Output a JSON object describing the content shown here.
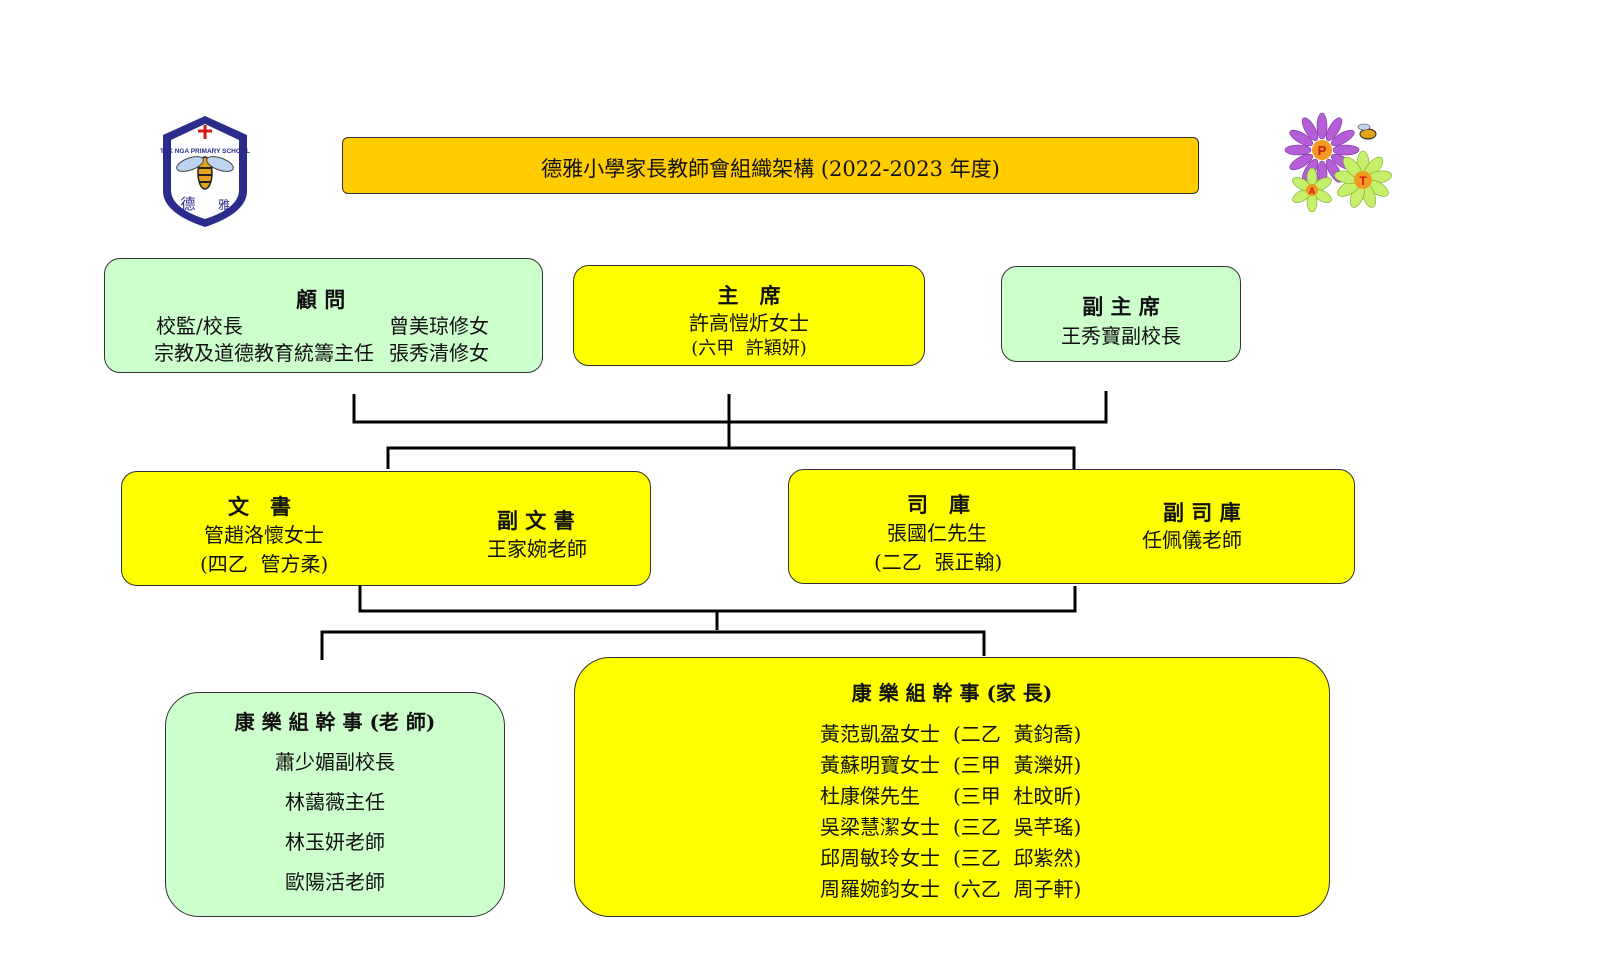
{
  "title": "德雅小學家長教師會組織架構 (2022-2023 年度)",
  "logo_left": {
    "school_name_ring": "TAK NGA PRIMARY SCHOOL",
    "chars": [
      "德",
      "雅"
    ]
  },
  "logo_right": {
    "letters": [
      "P",
      "T",
      "A"
    ]
  },
  "advisor": {
    "heading": "顧 問",
    "row1_role": "校監/校長",
    "row1_name": "曾美琼修女",
    "row2_role": "宗教及道德教育統籌主任",
    "row2_name": "張秀清修女"
  },
  "chair": {
    "heading": "主　席",
    "name": "許高愷炘女士",
    "child": "(六甲  許穎妍)"
  },
  "vice_chair": {
    "heading": "副 主 席",
    "name": "王秀寶副校長"
  },
  "secretary": {
    "heading": "文　書",
    "name": "管趙洛懷女士",
    "child": "(四乙  管方柔)"
  },
  "vice_secretary": {
    "heading": "副 文 書",
    "name": "王家婉老師"
  },
  "treasurer": {
    "heading": "司　庫",
    "name": "張國仁先生",
    "child": "(二乙  張正翰)"
  },
  "vice_treasurer": {
    "heading": "副 司 庫",
    "name": "任佩儀老師"
  },
  "recreation_teachers": {
    "heading": "康 樂 組 幹 事 (老 師)",
    "members": [
      "蕭少媚副校長",
      "林藹薇主任",
      "林玉妍老師",
      "歐陽活老師"
    ]
  },
  "recreation_parents": {
    "heading": "康 樂 組 幹 事 (家 長)",
    "members": [
      {
        "name": "黃范凱盈女士",
        "child": "(二乙  黃鈞喬)"
      },
      {
        "name": "黃蘇明寶女士",
        "child": "(三甲  黃濼妍)"
      },
      {
        "name": "杜康傑先生",
        "child": "(三甲  杜旼昕)"
      },
      {
        "name": "吳梁慧潔女士",
        "child": "(三乙  吳芊瑤)"
      },
      {
        "name": "邱周敏玲女士",
        "child": "(三乙  邱紫然)"
      },
      {
        "name": "周羅婉鈞女士",
        "child": "(六乙  周子軒)"
      }
    ]
  },
  "colors": {
    "green_box": "#ccffcc",
    "yellow_box": "#ffff00",
    "title_bar": "#ffcc00"
  }
}
